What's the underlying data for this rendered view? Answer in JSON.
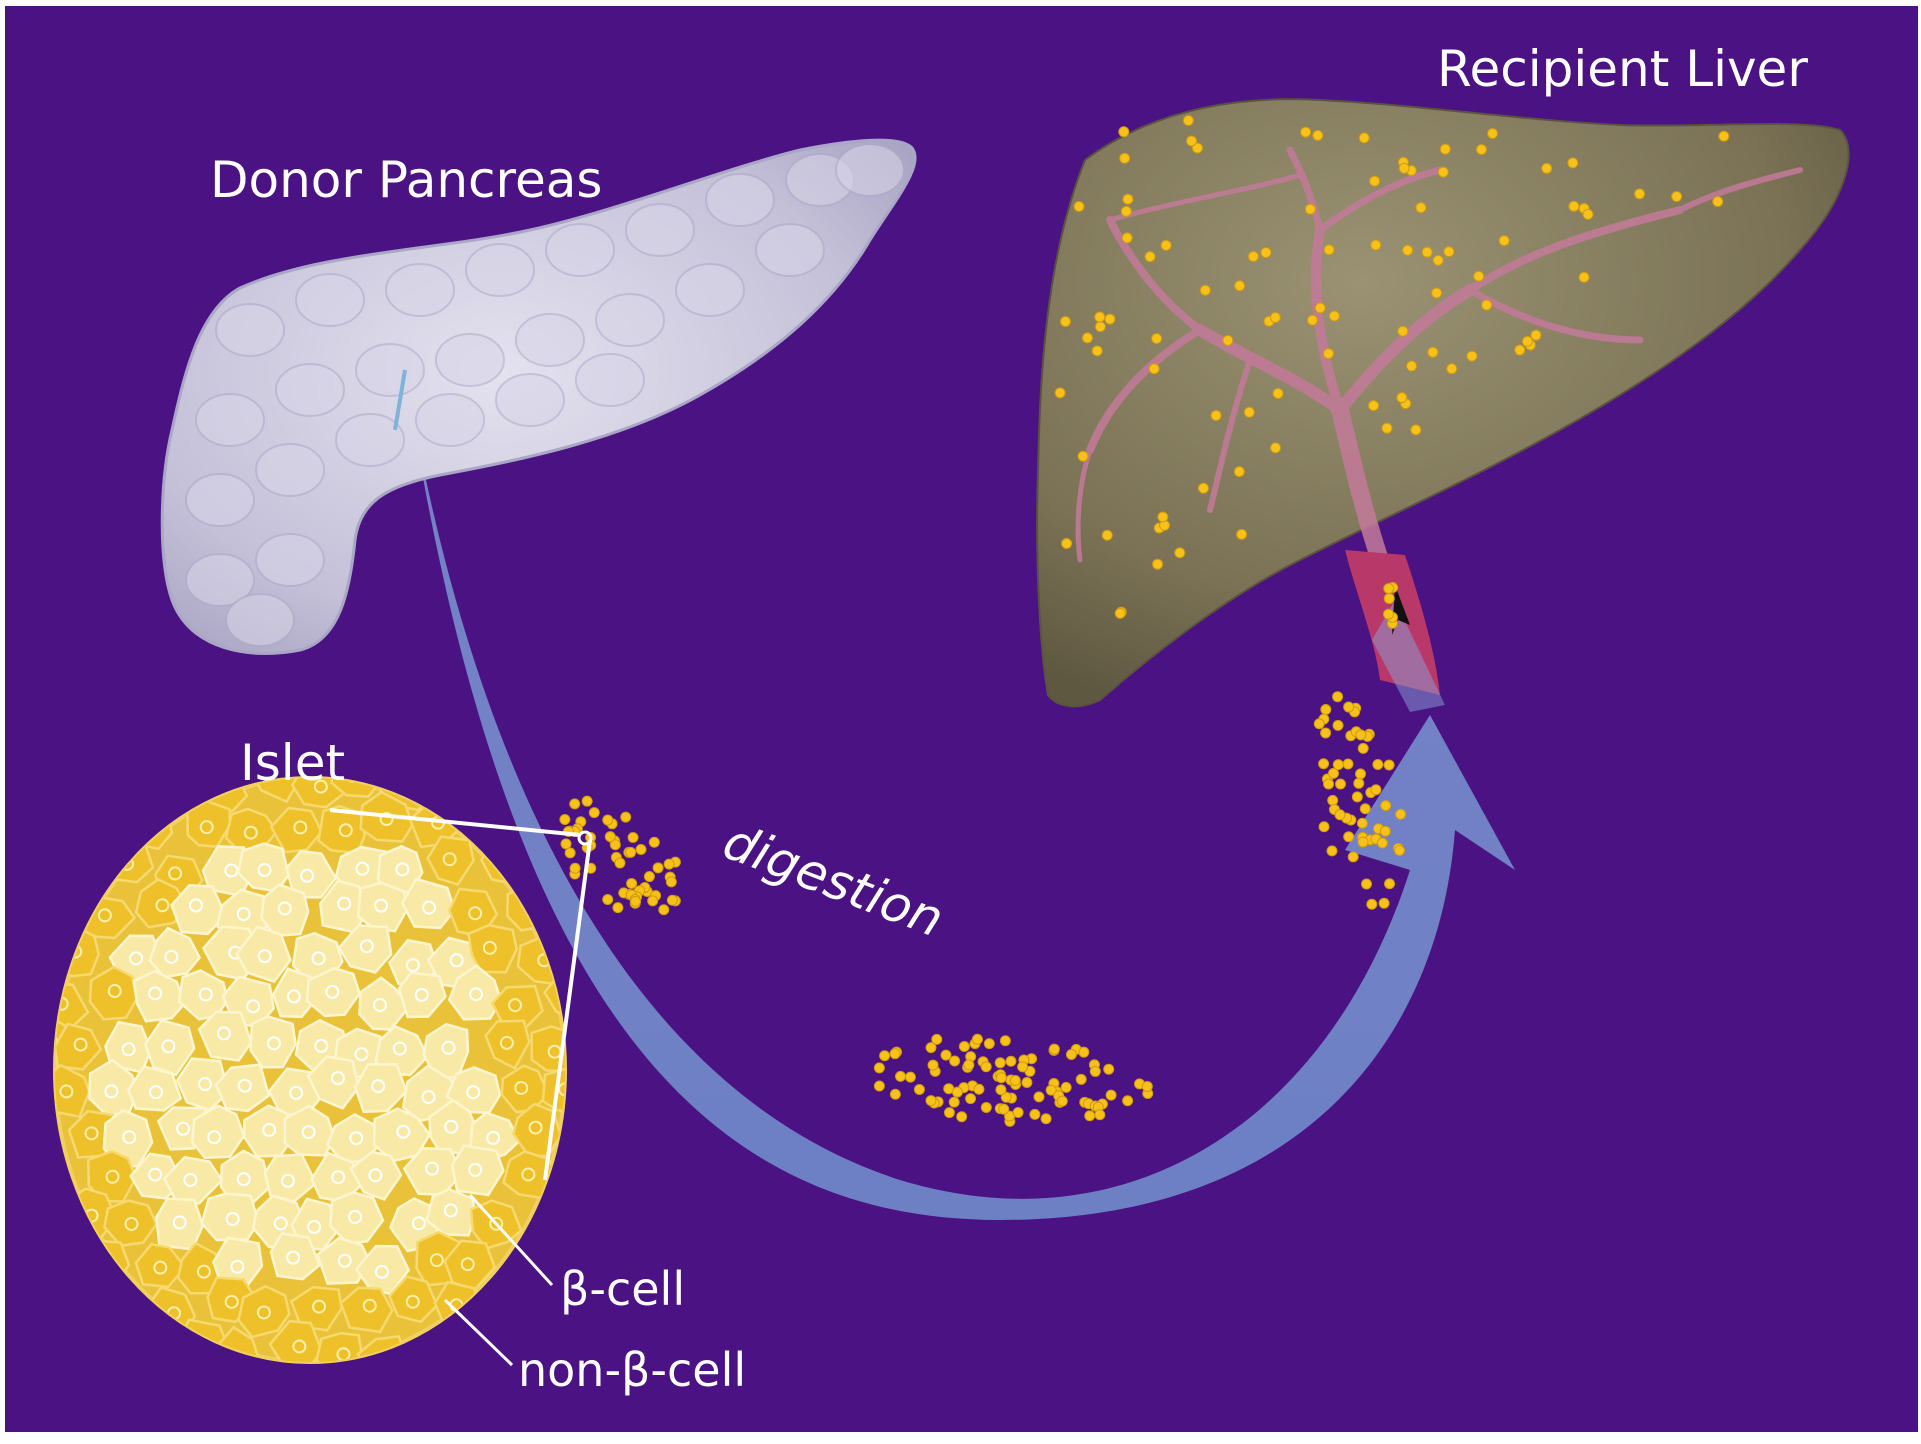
{
  "labels": {
    "donor_pancreas": "Donor Pancreas",
    "recipient_liver": "Recipient Liver",
    "islet": "Islet",
    "digestion": "digestion",
    "beta_cell": "β-cell",
    "non_beta_cell": "non-β-cell"
  },
  "colors": {
    "background": "#4a1282",
    "border": "#ffffff",
    "pancreas": "#c9c5dc",
    "liver": "#7d7458",
    "liver_vessels": "#c47a9a",
    "portal_vein": "#b8386a",
    "arrow": "#7a90cf",
    "islet_dot": "#f6c21a",
    "beta_cell_fill": "#f8e9a6",
    "non_beta_cell_fill": "#eec02a"
  }
}
